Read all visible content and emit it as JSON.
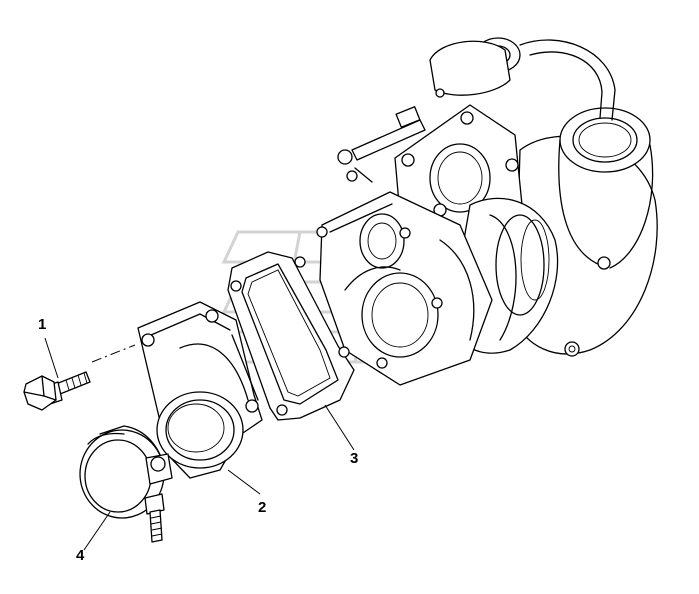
{
  "diagram": {
    "callouts": [
      {
        "id": "bolt",
        "label": "1"
      },
      {
        "id": "adapter",
        "label": "2"
      },
      {
        "id": "gasket",
        "label": "3"
      },
      {
        "id": "clamp",
        "label": "4"
      }
    ]
  }
}
